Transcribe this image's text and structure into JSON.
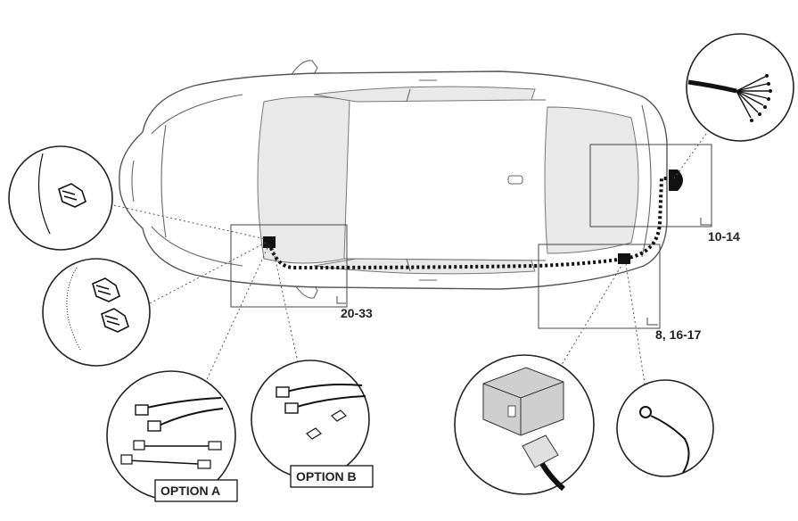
{
  "callouts": {
    "rear_area": "10-14",
    "front_area": "20-33",
    "mid_area": "8, 16-17"
  },
  "options": {
    "a": "OPTION A",
    "b": "OPTION B"
  },
  "colors": {
    "outline": "#222222",
    "wire": "#111111",
    "car_fill": "#ffffff",
    "glass": "#e9e9e9"
  }
}
